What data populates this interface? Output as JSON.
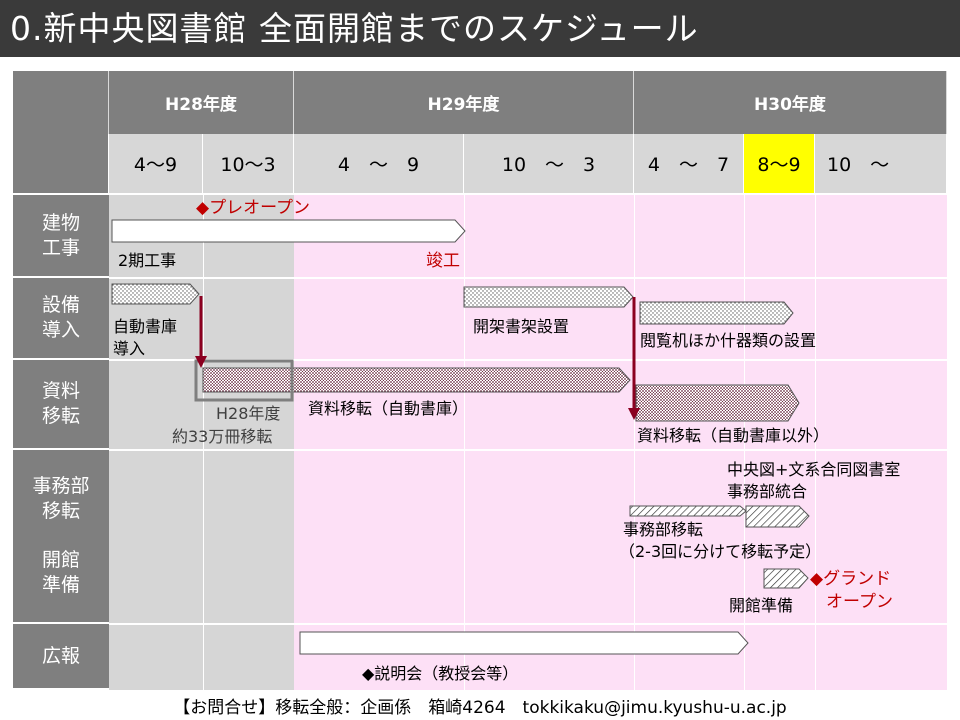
{
  "title": "0.新中央図書館 全面開館までのスケジュール",
  "years": [
    "H28年度",
    "H29年度",
    "H30年度"
  ],
  "periods": [
    "4～9",
    "10～3",
    "4　～　9",
    "10　～　3",
    "4　～　7",
    "8～9",
    "10　～"
  ],
  "rows": {
    "building": "建物\n工事",
    "equipment": "設備\n導入",
    "materials": "資料\n移転",
    "office": "事務部\n移転\n\n開館\n準備",
    "pr": "広報"
  },
  "labels": {
    "preopen": "◆プレオープン",
    "phase2": "2期工事",
    "completion": "竣工",
    "auto_storage": "自動書庫",
    "install": "導入",
    "open_shelf": "開架書架設置",
    "furniture": "閲覧机ほか什器類の設置",
    "h28_move_1": "H28年度",
    "h28_move_2": "約33万冊移転",
    "move_auto": "資料移転（自動書庫）",
    "move_other": "資料移転（自動書庫以外）",
    "merge_1": "中央図+文系合同図書室",
    "merge_2": "事務部統合",
    "office_move": "事務部移転",
    "office_move_note": "（2-3回に分けて移転予定）",
    "grand_1": "◆グランド",
    "grand_2": "オープン",
    "open_prep": "開館準備",
    "briefing": "◆説明会（教授会等）"
  },
  "colors": {
    "title_bg": "#3a3a3a",
    "header_bg": "#7f7f7f",
    "subheader_bg": "#d7d7d7",
    "highlight": "#ffff00",
    "past_bg": "#d6d6d6",
    "future_bg": "#fde0f6",
    "milestone": "#c00000"
  },
  "footer": "【お問合せ】移転全般：企画係　箱崎4264　tokkikaku@jimu.kyushu-u.ac.jp"
}
